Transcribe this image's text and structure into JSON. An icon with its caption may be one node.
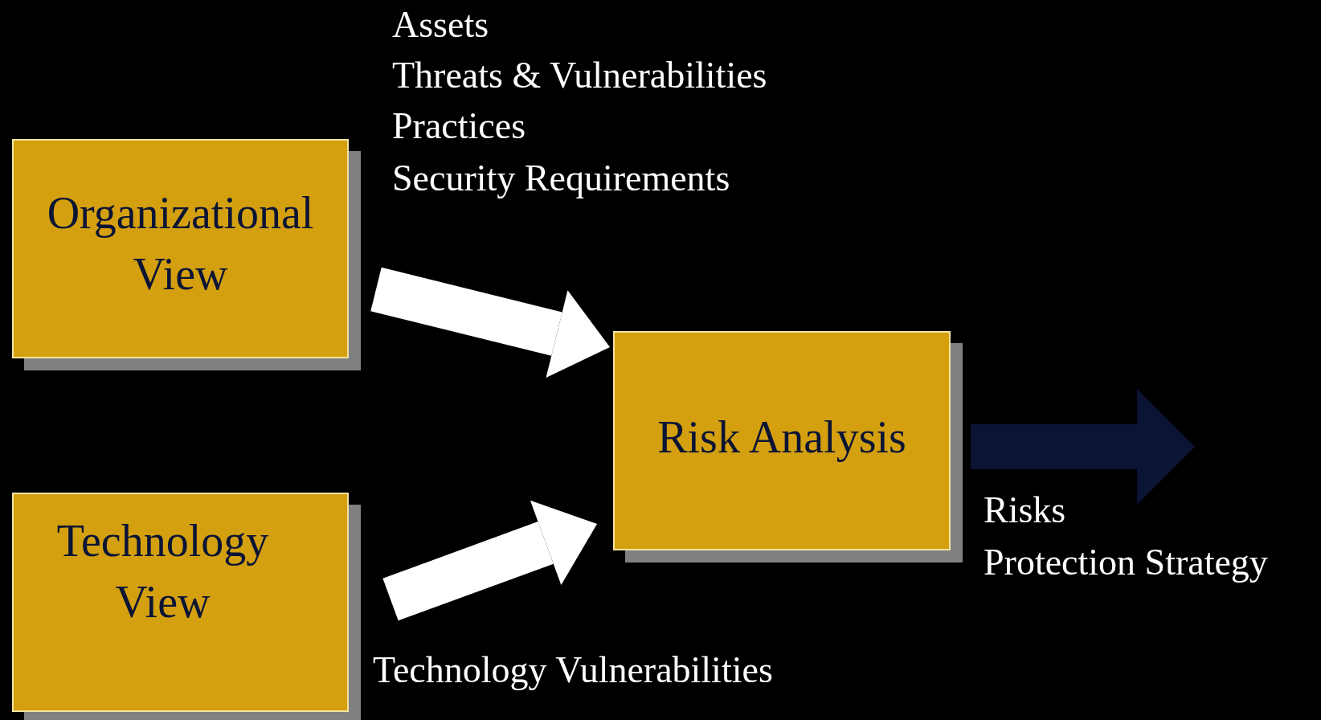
{
  "diagram": {
    "nodes": [
      {
        "text": [
          "Organizational View"
        ]
      },
      {
        "text": [
          "Technology View"
        ]
      },
      {
        "text": [
          "Risk Analysis"
        ]
      }
    ],
    "edges": [
      {
        "from": 0,
        "to": 2,
        "arrow": "to"
      },
      {
        "from": 1,
        "to": 2,
        "arrow": "to"
      },
      {
        "from": 2,
        "to": null,
        "arrow": "to",
        "color": "#0b1434"
      }
    ],
    "labels": [
      "Assets",
      "Threats & Vulnerabilities",
      "Practices",
      "Security Requirements",
      "Technology Vulnerabilities",
      "Risks",
      "Protection Strategy"
    ]
  }
}
